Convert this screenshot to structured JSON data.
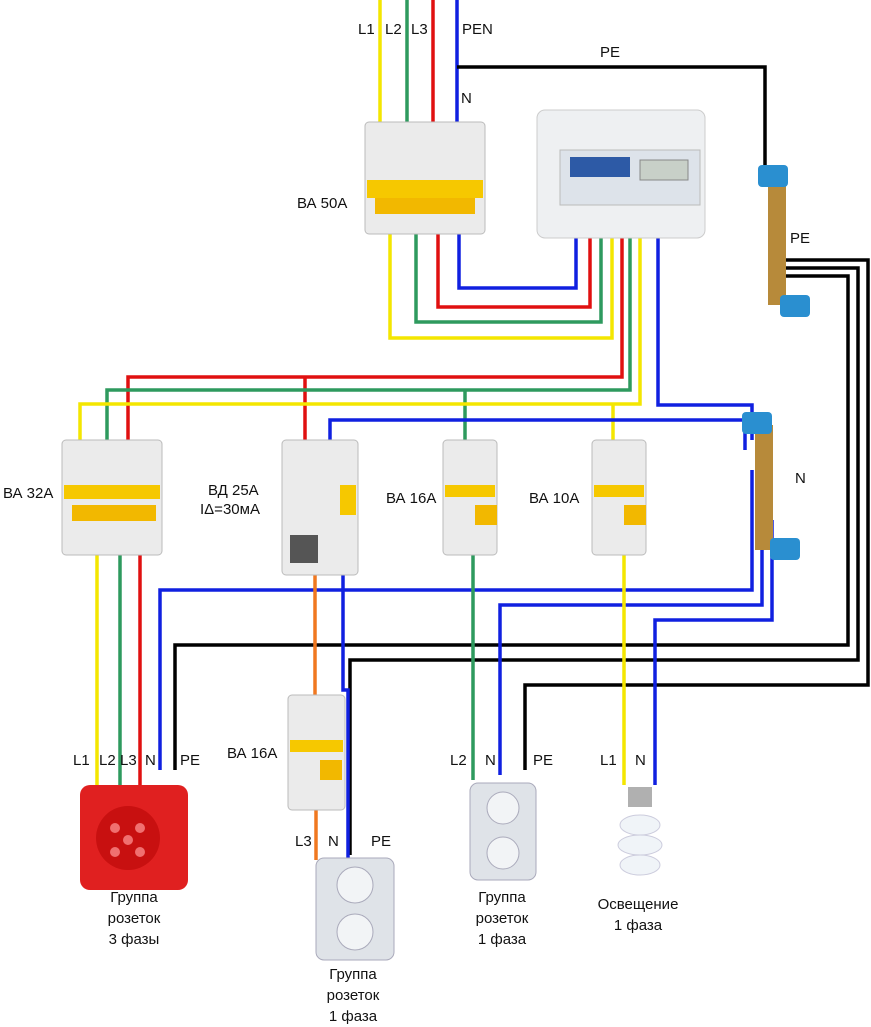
{
  "colors": {
    "L1": "#f4e600",
    "L2": "#2e9a5e",
    "L3": "#e01010",
    "N": "#1020e0",
    "PE": "#000000",
    "L3_out": "#f07820"
  },
  "top": {
    "L1": "L1",
    "L2": "L2",
    "L3": "L3",
    "PEN": "PEN",
    "PE": "PE",
    "N": "N"
  },
  "devices": {
    "main_breaker": "ВА 50А",
    "breaker_32": "ВА 32А",
    "rcd": "ВД 25А",
    "rcd_current": "IΔ=30мА",
    "breaker_16": "ВА 16А",
    "breaker_10": "ВА 10А",
    "breaker_16_lower": "ВА 16А"
  },
  "buses": {
    "pe": "PE",
    "n": "N"
  },
  "loads": [
    {
      "wires": [
        "L1",
        "L2",
        "L3",
        "N",
        "PE"
      ],
      "caption": "Группа\nрозеток\n3 фазы"
    },
    {
      "wires": [
        "L3",
        "N",
        "PE"
      ],
      "caption": "Группа\nрозеток\n1 фаза"
    },
    {
      "wires": [
        "L2",
        "N",
        "PE"
      ],
      "caption": "Группа\nрозеток\n1 фаза"
    },
    {
      "wires": [
        "L1",
        "N"
      ],
      "caption": "Освещение\n1 фаза"
    }
  ]
}
